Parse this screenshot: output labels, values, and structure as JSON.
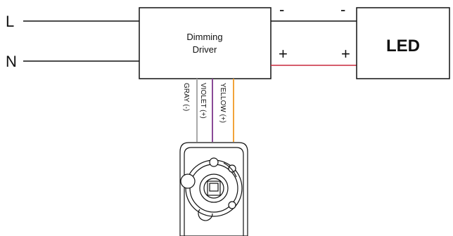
{
  "inputs": {
    "line": "L",
    "neutral": "N"
  },
  "driver": {
    "line1": "Dimming",
    "line2": "Driver"
  },
  "led": {
    "label": "LED"
  },
  "polarity": {
    "minus": "-",
    "plus": "+"
  },
  "wires": {
    "gray": {
      "label": "GRAY (-)",
      "color": "#a9a9a9"
    },
    "violet": {
      "label": "VIOLET (+)",
      "color": "#8a4a97"
    },
    "yellow": {
      "label": "YELLOW (+)",
      "color": "#f2a33a"
    }
  },
  "colors": {
    "positive_output": "#c8283c",
    "line": "#111111"
  }
}
